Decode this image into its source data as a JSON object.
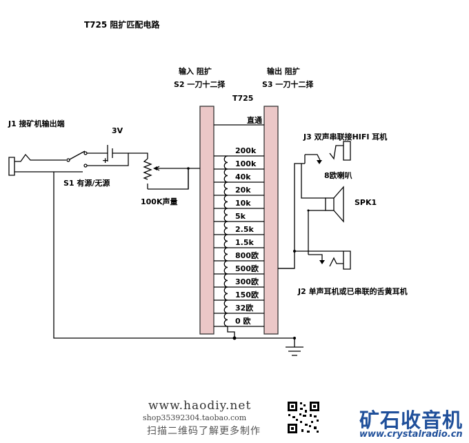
{
  "title": "T725 阻扩匹配电路",
  "input_switch": {
    "line1": "输入 阻扩",
    "line2": "S2 一刀十二择"
  },
  "output_switch": {
    "line1": "输出 阻扩",
    "line2": "S3 一刀十二择"
  },
  "transformer": "T725",
  "direct": "直通",
  "taps": [
    "200k",
    "100k",
    "40k",
    "20k",
    "10k",
    "5k",
    "2.5k",
    "1.5k",
    "800欧",
    "500欧",
    "300欧",
    "150欧",
    "32欧",
    "0 欧"
  ],
  "j1": "J1 接矿机输出端",
  "battery": "3V",
  "plus": "+",
  "s1": "S1 有源/无源",
  "pot": "100K声量",
  "j3": "J3 双声串联接HIFI 耳机",
  "speaker_imp": "8欧喇叭",
  "spk": "SPK1",
  "j2": "J2 单声耳机或已串联的舌黄耳机",
  "footer": {
    "site": "www.haodiy.net",
    "shop": "shop35392304.taobao.com",
    "scan": "扫描二维码了解更多制作",
    "logo": "矿石收音机",
    "logo_url": "www.crystalradio.cn"
  }
}
